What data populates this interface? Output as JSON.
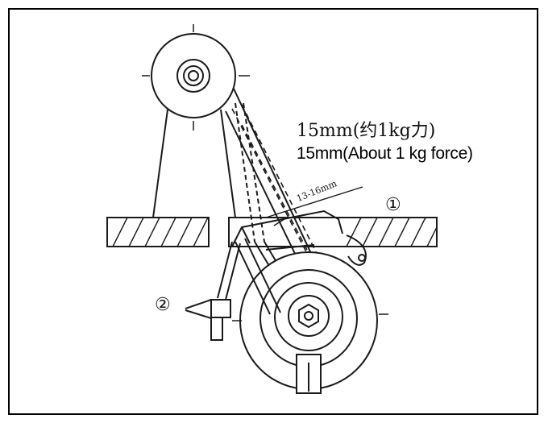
{
  "labels": {
    "deflection_cn": "15mm(约1kg力)",
    "deflection_en": "15mm(About 1 kg force)",
    "dimension": "13-16mm",
    "callout_1": "①",
    "callout_2": "②"
  },
  "colors": {
    "line": "#1a1a1a",
    "background": "#ffffff"
  }
}
